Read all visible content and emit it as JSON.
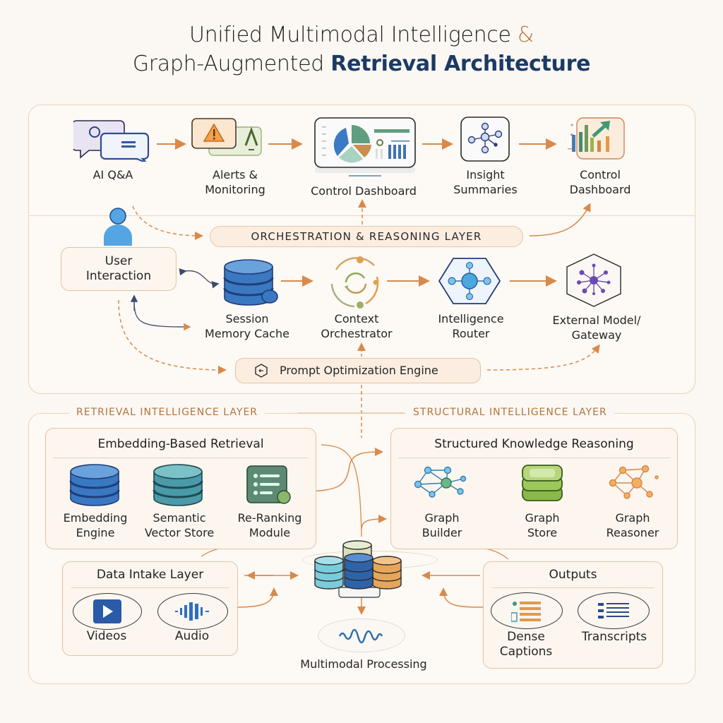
{
  "title": {
    "line1_main": "Unified Multimodal Intelligence",
    "line1_amp": "&",
    "line2_main": "Graph-Augmented",
    "line2_accent": "Retrieval Architecture"
  },
  "top_row": [
    {
      "label_1": "AI Q&A",
      "label_2": "",
      "icon": "chat-bubbles-icon"
    },
    {
      "label_1": "Alerts &",
      "label_2": "Monitoring",
      "icon": "warning-alert-icon"
    },
    {
      "label_1": "Control Dashboard",
      "label_2": "",
      "icon": "monitor-dashboard-icon"
    },
    {
      "label_1": "Insight",
      "label_2": "Summaries",
      "icon": "network-graph-icon"
    },
    {
      "label_1": "Control",
      "label_2": "Dashboard",
      "icon": "growth-chart-icon"
    }
  ],
  "orchestration": {
    "layer_label": "ORCHESTRATION & REASONING LAYER",
    "user": {
      "label_1": "User",
      "label_2": "Interaction",
      "icon": "user-icon"
    },
    "nodes": [
      {
        "label_1": "Session",
        "label_2": "Memory Cache",
        "icon": "database-icon"
      },
      {
        "label_1": "Context",
        "label_2": "Orchestrator",
        "icon": "cycle-icon"
      },
      {
        "label_1": "Intelligence",
        "label_2": "Router",
        "icon": "router-hexagon-icon"
      },
      {
        "label_1": "External Model/",
        "label_2": "Gateway",
        "icon": "gateway-hexagon-icon"
      }
    ],
    "prompt_engine": "Prompt Optimization Engine"
  },
  "retrieval_layer": {
    "section_label": "RETRIEVAL INTELLIGENCE LAYER",
    "box_title": "Embedding-Based Retrieval",
    "nodes": [
      {
        "label_1": "Embedding",
        "label_2": "Engine"
      },
      {
        "label_1": "Semantic",
        "label_2": "Vector Store"
      },
      {
        "label_1": "Re-Ranking",
        "label_2": "Module"
      }
    ]
  },
  "structural_layer": {
    "section_label": "STRUCTURAL INTELLIGENCE LAYER",
    "box_title": "Structured Knowledge Reasoning",
    "nodes": [
      {
        "label_1": "Graph",
        "label_2": "Builder"
      },
      {
        "label_1": "Graph",
        "label_2": "Store"
      },
      {
        "label_1": "Graph",
        "label_2": "Reasoner"
      }
    ]
  },
  "data_intake": {
    "box_title": "Data Intake Layer",
    "items": [
      "Videos",
      "Audio"
    ]
  },
  "multimodal": {
    "label": "Multimodal Processing"
  },
  "outputs": {
    "box_title": "Outputs",
    "items": [
      {
        "label_1": "Dense",
        "label_2": "Captions"
      },
      {
        "label_1": "Transcripts",
        "label_2": ""
      }
    ]
  },
  "colors": {
    "accent_orange": "#d9894a",
    "accent_navy": "#1d3a63",
    "panel_border": "#ecd2b6",
    "section_text": "#b2743d"
  }
}
